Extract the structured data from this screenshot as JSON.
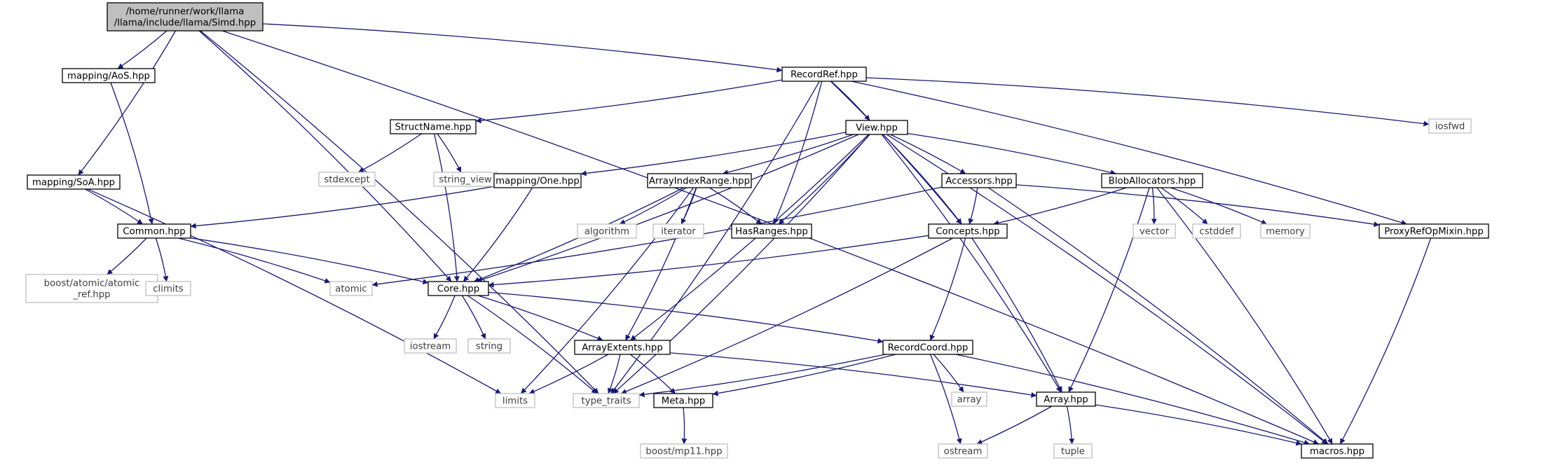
{
  "colors": {
    "edge": "#191970",
    "node_border": "#000000",
    "node_text": "#000000",
    "system_border": "#bfbfbf",
    "system_text": "#404040",
    "root_fill": "#bfbfbf",
    "node_fill": "#ffffff"
  },
  "graph": {
    "nodes": [
      {
        "id": "simd",
        "lines": [
          "/home/runner/work/llama",
          "/llama/include/llama/Simd.hpp"
        ],
        "kind": "root"
      },
      {
        "id": "aos",
        "lines": [
          "mapping/AoS.hpp"
        ],
        "kind": "header"
      },
      {
        "id": "soa",
        "lines": [
          "mapping/SoA.hpp"
        ],
        "kind": "header"
      },
      {
        "id": "recordref",
        "lines": [
          "RecordRef.hpp"
        ],
        "kind": "header"
      },
      {
        "id": "iosfwd",
        "lines": [
          "iosfwd"
        ],
        "kind": "system"
      },
      {
        "id": "structname",
        "lines": [
          "StructName.hpp"
        ],
        "kind": "header"
      },
      {
        "id": "view",
        "lines": [
          "View.hpp"
        ],
        "kind": "header"
      },
      {
        "id": "stdexcept",
        "lines": [
          "stdexcept"
        ],
        "kind": "system"
      },
      {
        "id": "string_view",
        "lines": [
          "string_view"
        ],
        "kind": "system"
      },
      {
        "id": "one",
        "lines": [
          "mapping/One.hpp"
        ],
        "kind": "header"
      },
      {
        "id": "air",
        "lines": [
          "ArrayIndexRange.hpp"
        ],
        "kind": "header"
      },
      {
        "id": "accessors",
        "lines": [
          "Accessors.hpp"
        ],
        "kind": "header"
      },
      {
        "id": "bloballoc",
        "lines": [
          "BlobAllocators.hpp"
        ],
        "kind": "header"
      },
      {
        "id": "common",
        "lines": [
          "Common.hpp"
        ],
        "kind": "header"
      },
      {
        "id": "algorithm",
        "lines": [
          "algorithm"
        ],
        "kind": "system"
      },
      {
        "id": "iterator",
        "lines": [
          "iterator"
        ],
        "kind": "system"
      },
      {
        "id": "hasranges",
        "lines": [
          "HasRanges.hpp"
        ],
        "kind": "header"
      },
      {
        "id": "concepts",
        "lines": [
          "Concepts.hpp"
        ],
        "kind": "header"
      },
      {
        "id": "vector",
        "lines": [
          "vector"
        ],
        "kind": "system"
      },
      {
        "id": "cstddef",
        "lines": [
          "cstddef"
        ],
        "kind": "system"
      },
      {
        "id": "memory",
        "lines": [
          "memory"
        ],
        "kind": "system"
      },
      {
        "id": "proxyref",
        "lines": [
          "ProxyRefOpMixin.hpp"
        ],
        "kind": "header"
      },
      {
        "id": "boostatomic",
        "lines": [
          "boost/atomic/atomic",
          "_ref.hpp"
        ],
        "kind": "system"
      },
      {
        "id": "climits",
        "lines": [
          "climits"
        ],
        "kind": "system"
      },
      {
        "id": "atomic",
        "lines": [
          "atomic"
        ],
        "kind": "system"
      },
      {
        "id": "core",
        "lines": [
          "Core.hpp"
        ],
        "kind": "header"
      },
      {
        "id": "iostream",
        "lines": [
          "iostream"
        ],
        "kind": "system"
      },
      {
        "id": "string",
        "lines": [
          "string"
        ],
        "kind": "system"
      },
      {
        "id": "arrayextents",
        "lines": [
          "ArrayExtents.hpp"
        ],
        "kind": "header"
      },
      {
        "id": "recordcoord",
        "lines": [
          "RecordCoord.hpp"
        ],
        "kind": "header"
      },
      {
        "id": "limits",
        "lines": [
          "limits"
        ],
        "kind": "system"
      },
      {
        "id": "type_traits",
        "lines": [
          "type_traits"
        ],
        "kind": "system"
      },
      {
        "id": "meta",
        "lines": [
          "Meta.hpp"
        ],
        "kind": "header"
      },
      {
        "id": "array_std",
        "lines": [
          "array"
        ],
        "kind": "system"
      },
      {
        "id": "array",
        "lines": [
          "Array.hpp"
        ],
        "kind": "header"
      },
      {
        "id": "boostmp11",
        "lines": [
          "boost/mp11.hpp"
        ],
        "kind": "system"
      },
      {
        "id": "ostream",
        "lines": [
          "ostream"
        ],
        "kind": "system"
      },
      {
        "id": "tuple",
        "lines": [
          "tuple"
        ],
        "kind": "system"
      },
      {
        "id": "macros",
        "lines": [
          "macros.hpp"
        ],
        "kind": "header"
      }
    ],
    "edges": [
      {
        "from": "simd",
        "to": "aos"
      },
      {
        "from": "simd",
        "to": "soa"
      },
      {
        "from": "simd",
        "to": "recordref"
      },
      {
        "from": "simd",
        "to": "core"
      },
      {
        "from": "simd",
        "to": "type_traits"
      },
      {
        "from": "simd",
        "to": "macros"
      },
      {
        "from": "aos",
        "to": "common"
      },
      {
        "from": "soa",
        "to": "common"
      },
      {
        "from": "soa",
        "to": "limits"
      },
      {
        "from": "recordref",
        "to": "structname"
      },
      {
        "from": "recordref",
        "to": "view"
      },
      {
        "from": "recordref",
        "to": "iosfwd"
      },
      {
        "from": "recordref",
        "to": "hasranges"
      },
      {
        "from": "recordref",
        "to": "concepts"
      },
      {
        "from": "recordref",
        "to": "proxyref"
      },
      {
        "from": "recordref",
        "to": "type_traits"
      },
      {
        "from": "structname",
        "to": "stdexcept"
      },
      {
        "from": "structname",
        "to": "string_view"
      },
      {
        "from": "structname",
        "to": "core"
      },
      {
        "from": "view",
        "to": "one"
      },
      {
        "from": "view",
        "to": "air"
      },
      {
        "from": "view",
        "to": "accessors"
      },
      {
        "from": "view",
        "to": "bloballoc"
      },
      {
        "from": "view",
        "to": "hasranges"
      },
      {
        "from": "view",
        "to": "concepts"
      },
      {
        "from": "view",
        "to": "core"
      },
      {
        "from": "view",
        "to": "arrayextents"
      },
      {
        "from": "view",
        "to": "type_traits"
      },
      {
        "from": "view",
        "to": "array"
      },
      {
        "from": "view",
        "to": "macros"
      },
      {
        "from": "one",
        "to": "common"
      },
      {
        "from": "one",
        "to": "core"
      },
      {
        "from": "air",
        "to": "algorithm"
      },
      {
        "from": "air",
        "to": "iterator"
      },
      {
        "from": "air",
        "to": "hasranges"
      },
      {
        "from": "air",
        "to": "core"
      },
      {
        "from": "air",
        "to": "arrayextents"
      },
      {
        "from": "air",
        "to": "limits"
      },
      {
        "from": "accessors",
        "to": "concepts"
      },
      {
        "from": "accessors",
        "to": "proxyref"
      },
      {
        "from": "accessors",
        "to": "atomic"
      },
      {
        "from": "accessors",
        "to": "macros"
      },
      {
        "from": "bloballoc",
        "to": "concepts"
      },
      {
        "from": "bloballoc",
        "to": "vector"
      },
      {
        "from": "bloballoc",
        "to": "cstddef"
      },
      {
        "from": "bloballoc",
        "to": "memory"
      },
      {
        "from": "bloballoc",
        "to": "array"
      },
      {
        "from": "bloballoc",
        "to": "macros"
      },
      {
        "from": "common",
        "to": "boostatomic"
      },
      {
        "from": "common",
        "to": "climits"
      },
      {
        "from": "common",
        "to": "atomic"
      },
      {
        "from": "common",
        "to": "core"
      },
      {
        "from": "concepts",
        "to": "core"
      },
      {
        "from": "concepts",
        "to": "recordcoord"
      },
      {
        "from": "concepts",
        "to": "array"
      },
      {
        "from": "concepts",
        "to": "type_traits"
      },
      {
        "from": "proxyref",
        "to": "macros"
      },
      {
        "from": "core",
        "to": "iostream"
      },
      {
        "from": "core",
        "to": "string"
      },
      {
        "from": "core",
        "to": "arrayextents"
      },
      {
        "from": "core",
        "to": "recordcoord"
      },
      {
        "from": "core",
        "to": "type_traits"
      },
      {
        "from": "arrayextents",
        "to": "limits"
      },
      {
        "from": "arrayextents",
        "to": "type_traits"
      },
      {
        "from": "arrayextents",
        "to": "meta"
      },
      {
        "from": "arrayextents",
        "to": "array"
      },
      {
        "from": "recordcoord",
        "to": "array_std"
      },
      {
        "from": "recordcoord",
        "to": "ostream"
      },
      {
        "from": "recordcoord",
        "to": "meta"
      },
      {
        "from": "recordcoord",
        "to": "type_traits"
      },
      {
        "from": "recordcoord",
        "to": "macros"
      },
      {
        "from": "meta",
        "to": "boostmp11"
      },
      {
        "from": "array",
        "to": "ostream"
      },
      {
        "from": "array",
        "to": "tuple"
      },
      {
        "from": "array",
        "to": "macros"
      }
    ]
  }
}
